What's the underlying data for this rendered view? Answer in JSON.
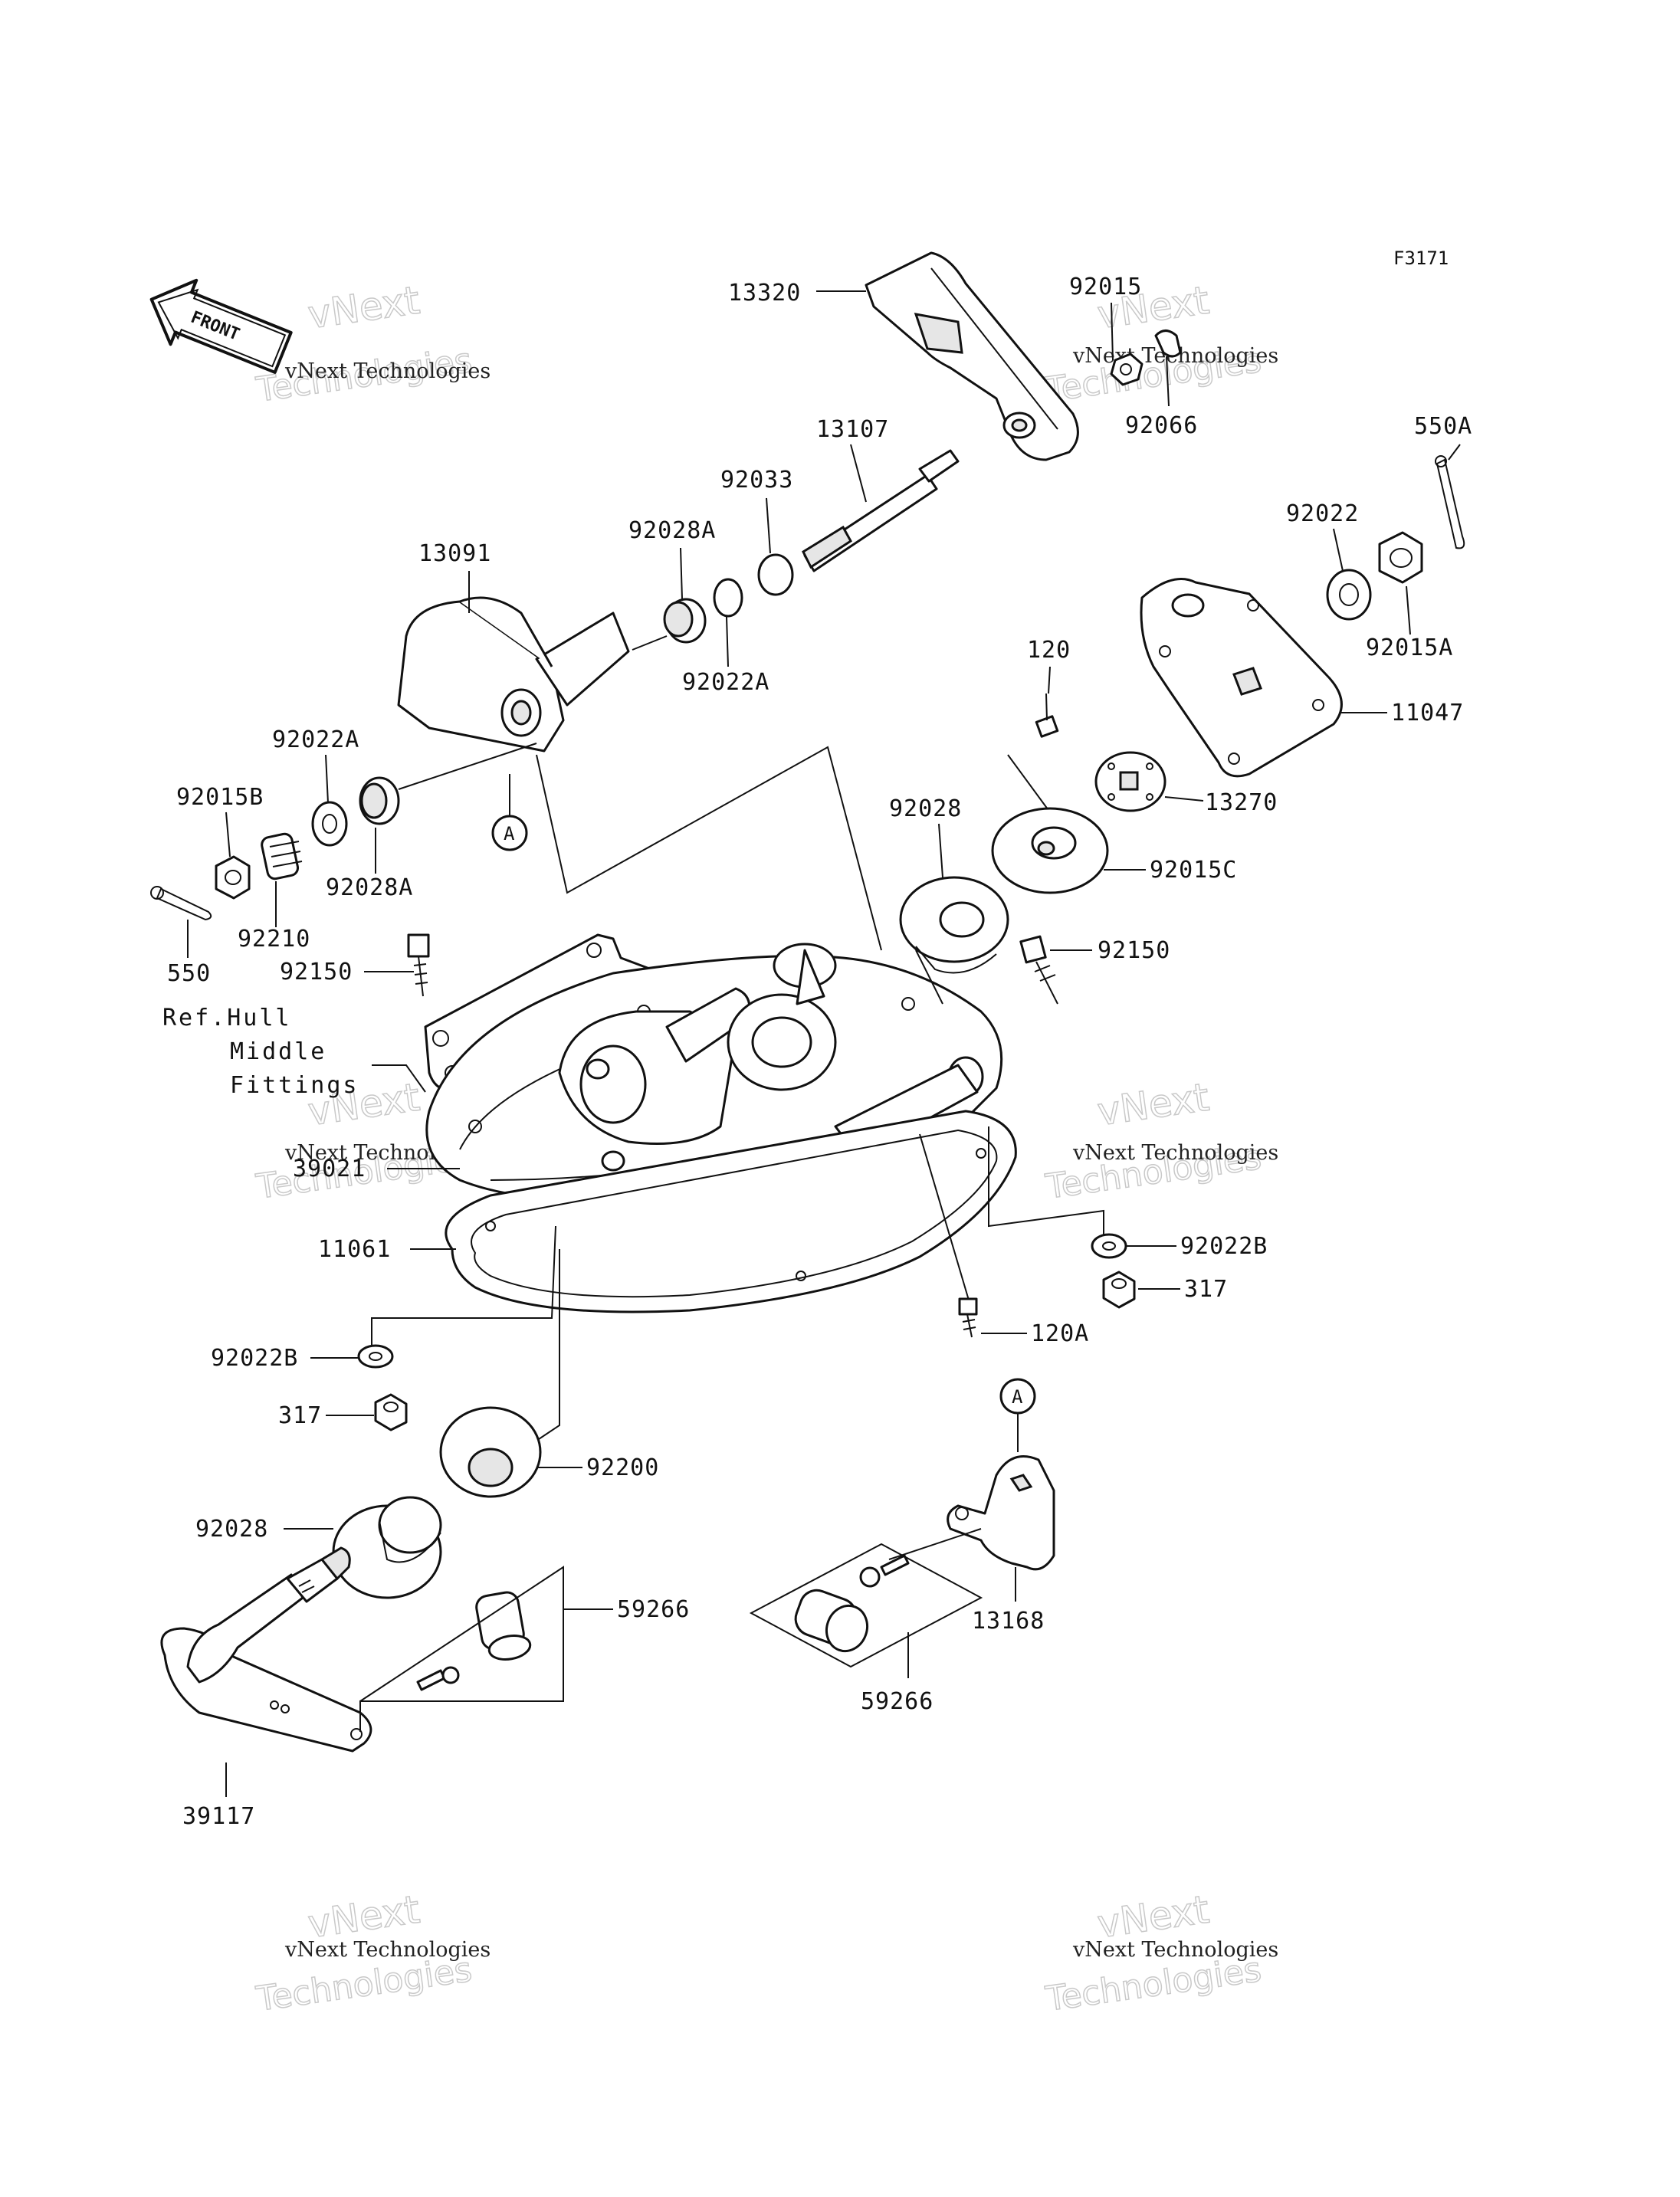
{
  "figure_code": "F3171",
  "front_label": "FRONT",
  "ref_note": {
    "line1": "Ref.Hull",
    "line2": "Middle",
    "line3": "Fittings"
  },
  "callouts": {
    "p13320": "13320",
    "p92015": "92015",
    "p92066": "92066",
    "p550A": "550A",
    "p13107": "13107",
    "p92033": "92033",
    "p92028A_top": "92028A",
    "p92022A_top": "92022A",
    "p13091": "13091",
    "p92022": "92022",
    "p92015A": "92015A",
    "p11047": "11047",
    "p120": "120",
    "p13270": "13270",
    "p92022A_left": "92022A",
    "p92015B": "92015B",
    "p92028A_left": "92028A",
    "p92210": "92210",
    "p550": "550",
    "p92028_right": "92028",
    "p92015C": "92015C",
    "p92150_left": "92150",
    "p92150_right": "92150",
    "p39021": "39021",
    "p11061": "11061",
    "p92022B_right": "92022B",
    "p317_right": "317",
    "p120A": "120A",
    "p92022B_left": "92022B",
    "p317_left": "317",
    "p92200": "92200",
    "p92028_left": "92028",
    "p59266_left": "59266",
    "p39117": "39117",
    "p13168": "13168",
    "p59266_right": "59266"
  },
  "ref_markers": {
    "a1": "A",
    "a2": "A"
  },
  "watermark": {
    "company": "vNext Technologies",
    "word1": "vNext",
    "word2": "Technologies"
  }
}
